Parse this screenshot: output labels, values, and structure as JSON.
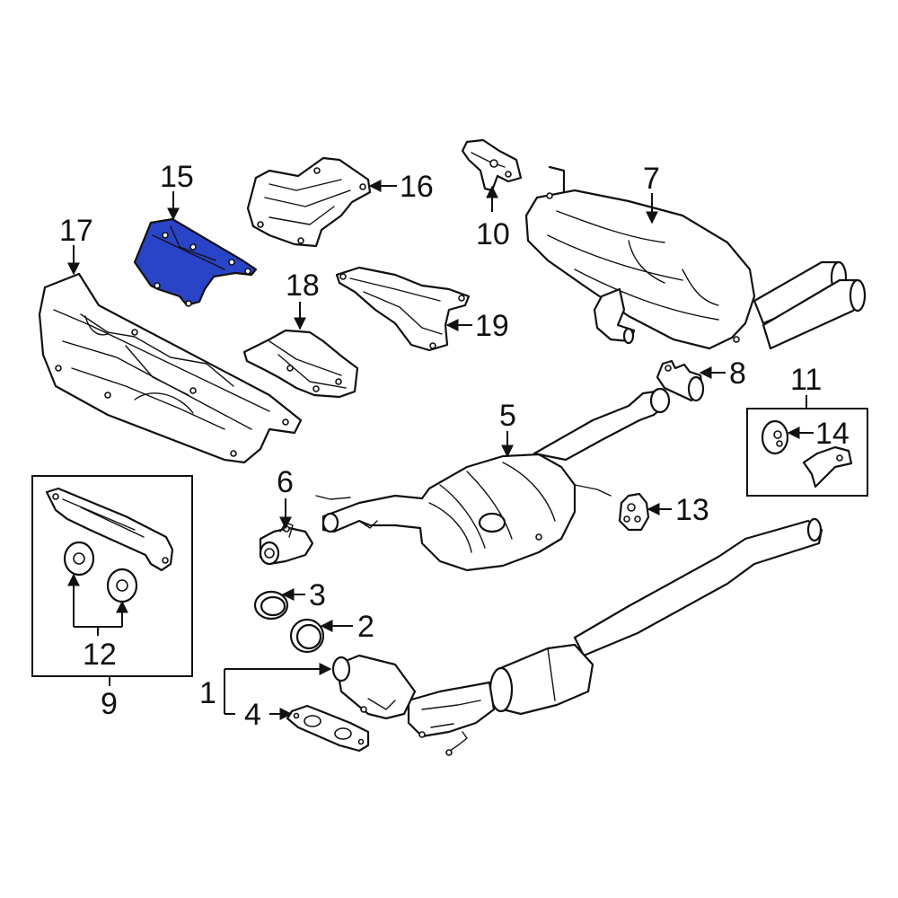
{
  "highlight_color": "#2a44c8",
  "callouts": {
    "c1": "1",
    "c2": "2",
    "c3": "3",
    "c4": "4",
    "c5": "5",
    "c6": "6",
    "c7": "7",
    "c8": "8",
    "c9": "9",
    "c10": "10",
    "c11": "11",
    "c12": "12",
    "c13": "13",
    "c14": "14",
    "c15": "15",
    "c16": "16",
    "c17": "17",
    "c18": "18",
    "c19": "19"
  },
  "highlighted_part": "15"
}
